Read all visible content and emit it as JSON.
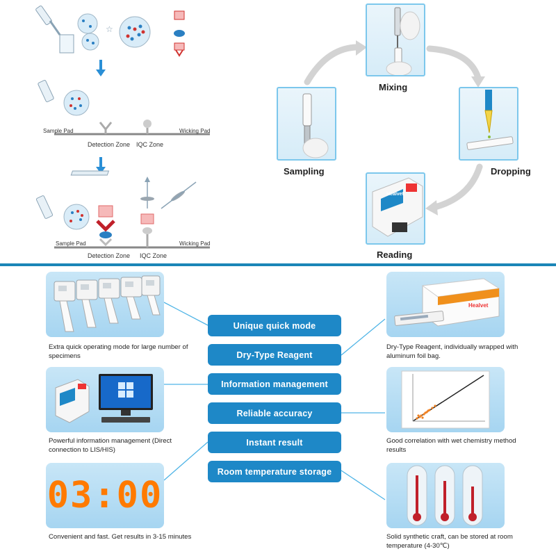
{
  "assay_diagram": {
    "panels": [
      {
        "sample_pad": "",
        "wicking_pad": "",
        "detection_zone": "",
        "iqc_zone": ""
      },
      {
        "sample_pad": "Sample Pad",
        "wicking_pad": "Wicking Pad",
        "detection_zone": "Detection Zone",
        "iqc_zone": "IQC Zone"
      },
      {
        "sample_pad": "Sample Pad",
        "wicking_pad": "Wicking Pad",
        "detection_zone": "Detection Zone",
        "iqc_zone": "IQC Zone"
      }
    ]
  },
  "workflow": {
    "steps": [
      {
        "label": "Mixing"
      },
      {
        "label": "Sampling"
      },
      {
        "label": "Dropping"
      },
      {
        "label": "Reading"
      }
    ],
    "brand": "Healvet"
  },
  "features": {
    "buttons": [
      {
        "label": "Unique quick mode"
      },
      {
        "label": "Dry-Type Reagent"
      },
      {
        "label": "Information management"
      },
      {
        "label": "Reliable accuracy"
      },
      {
        "label": "Instant result"
      },
      {
        "label": "Room temperature storage"
      }
    ],
    "left": [
      {
        "caption": "Extra quick operating mode for large number of specimens",
        "icon": "multi-analyzer"
      },
      {
        "caption": "Powerful information management (Direct connection to LIS/HIS)",
        "icon": "analyzer-with-monitor"
      },
      {
        "caption": "Convenient and fast. Get results in 3-15 minutes",
        "icon": "timer-display",
        "timer": "03:00"
      }
    ],
    "right": [
      {
        "caption": "Dry-Type Reagent, individually wrapped with aluminum foil bag.",
        "icon": "reagent-box",
        "brand": "Healvet"
      },
      {
        "caption": "Good correlation with wet  chemistry method results",
        "icon": "correlation-plot"
      },
      {
        "caption": "Solid synthetic craft, can be stored at room temperature (4-30℃)",
        "icon": "thermometers"
      }
    ],
    "colors": {
      "button": "#1e88c7",
      "thumb": "#a6d5f1",
      "timer": "#ff7a00",
      "divider": "#1b86b7"
    }
  }
}
